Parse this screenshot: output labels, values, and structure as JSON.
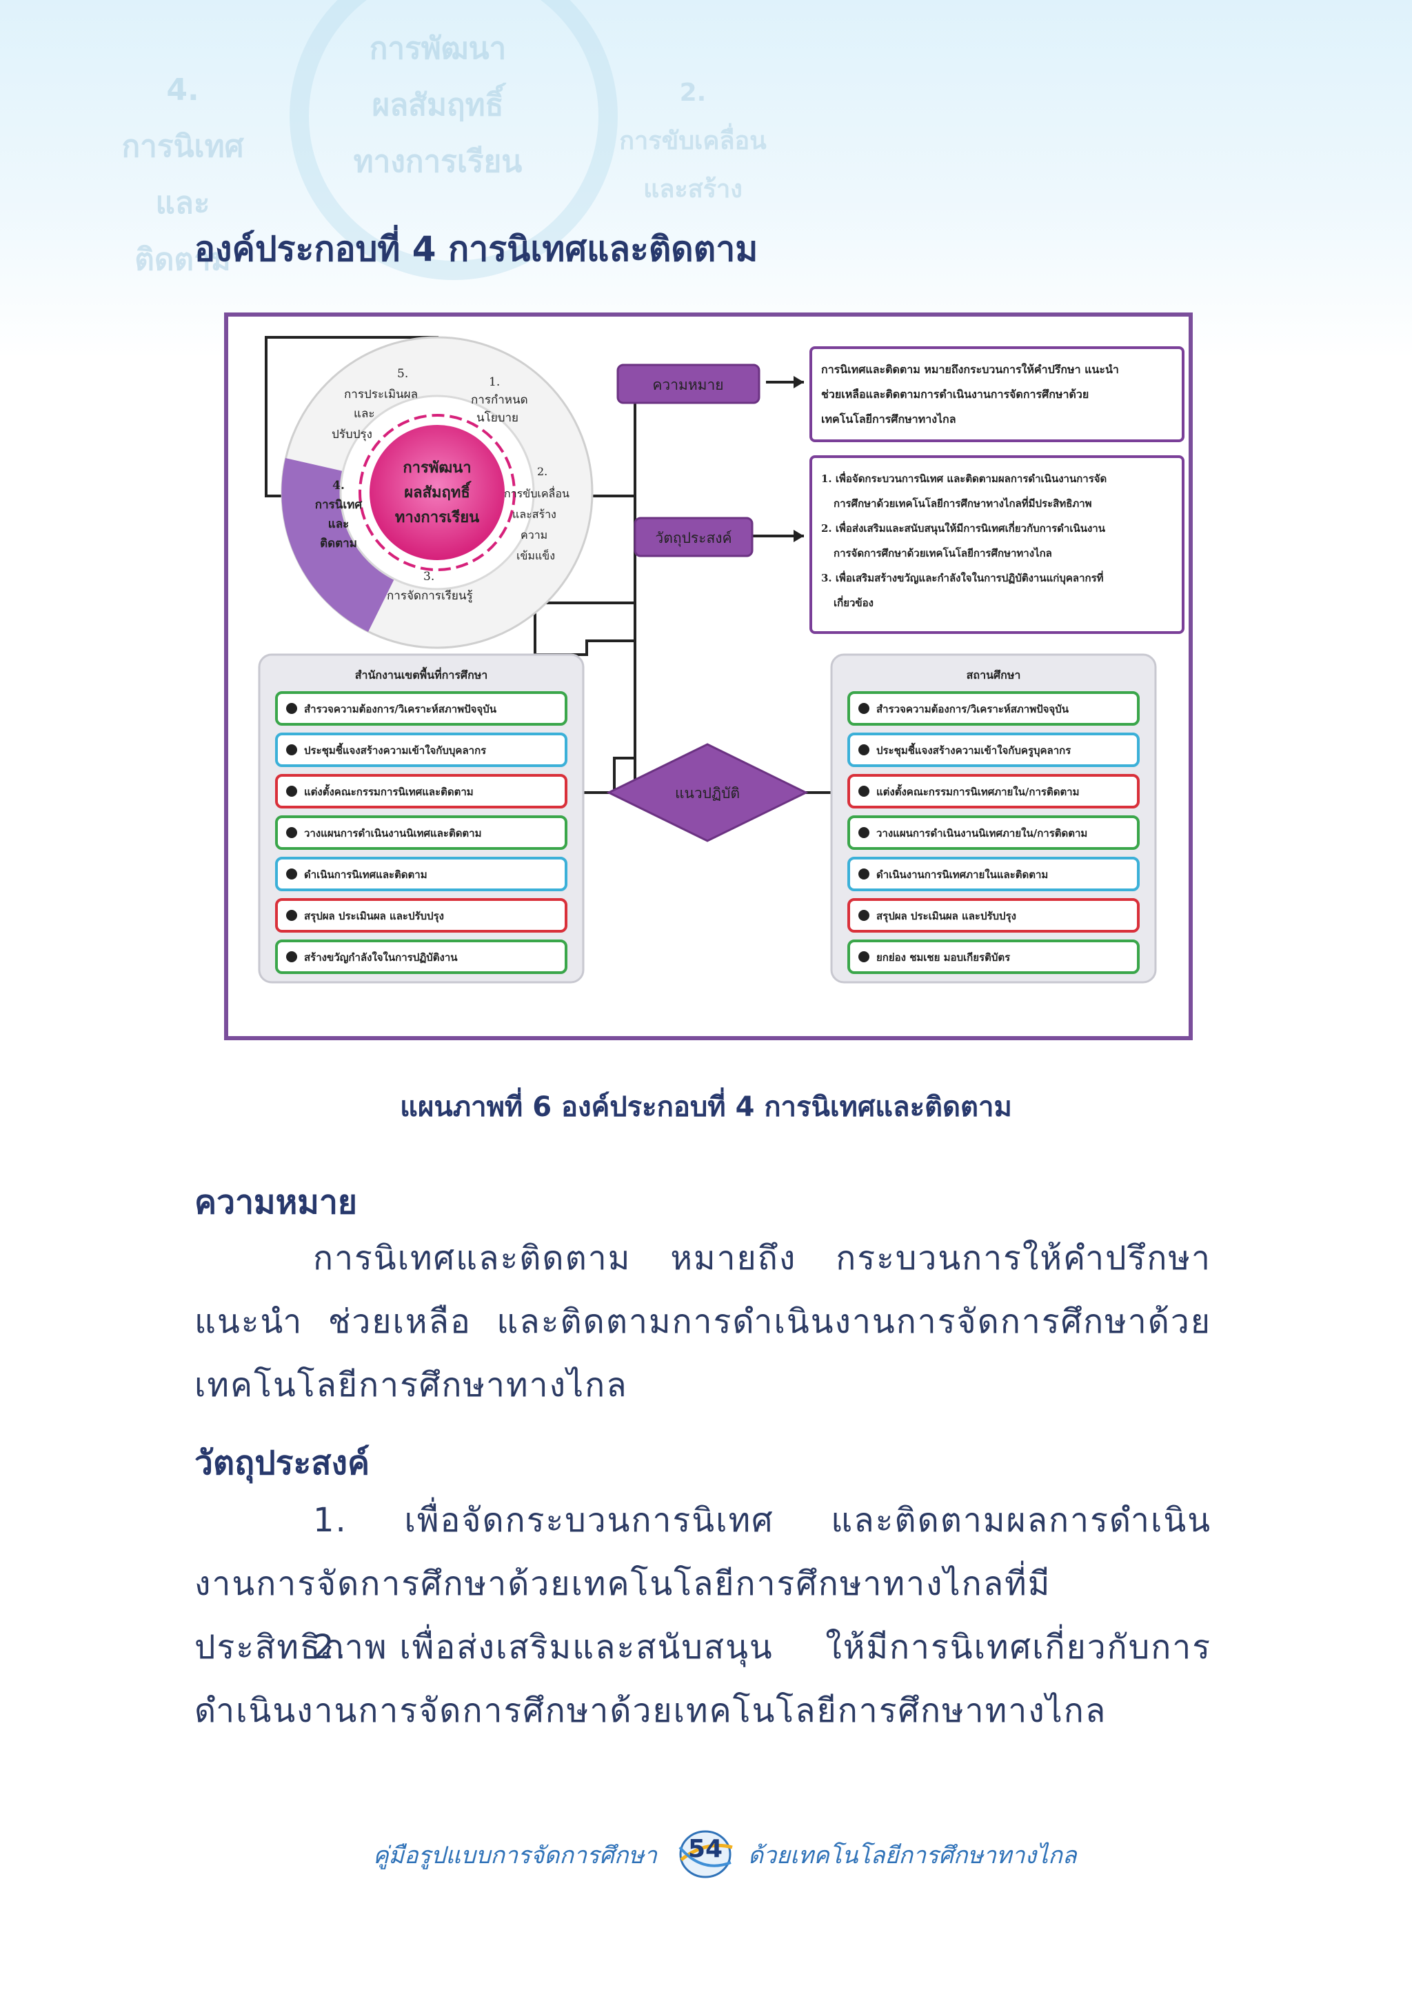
{
  "background": {
    "center_lines": [
      "การพัฒนา",
      "ผลสัมฤทธิ์",
      "ทางการเรียน"
    ],
    "left_lines": [
      "4.",
      "การนิเทศ",
      "และ",
      "ติดตาม"
    ],
    "right_lines": [
      "2.",
      "การขับเคลื่อน",
      "และสร้าง"
    ]
  },
  "heading": "องค์ประกอบที่ 4  การนิเทศและติดตาม",
  "figure": {
    "wheel": {
      "center": [
        "การพัฒนา",
        "ผลสัมฤทธิ์",
        "ทางการเรียน"
      ],
      "seg1": [
        "1.",
        "การกำหนด",
        "นโยบาย"
      ],
      "seg2": [
        "2.",
        "การขับเคลื่อน",
        "และสร้าง",
        "ความ",
        "เข้มแข็ง"
      ],
      "seg3": [
        "3.",
        "การจัดการเรียนรู้"
      ],
      "seg4": [
        "4.",
        "การนิเทศ",
        "และ",
        "ติดตาม"
      ],
      "seg5": [
        "5.",
        "การประเมินผล",
        "และ",
        "ปรับปรุง"
      ]
    },
    "label_meaning": "ความหมาย",
    "label_objective": "วัตถุประสงค์",
    "meaning_box": [
      "การนิเทศและติดตาม หมายถึงกระบวนการให้คำปรึกษา แนะนำ",
      "ช่วยเหลือและติดตามการดำเนินงานการจัดการศึกษาด้วย",
      "เทคโนโลยีการศึกษาทางไกล"
    ],
    "objective_box": [
      "1. เพื่อจัดกระบวนการนิเทศ และติดตามผลการดำเนินงานการจัด",
      "การศึกษาด้วยเทคโนโลยีการศึกษาทางไกลที่มีประสิทธิภาพ",
      "2. เพื่อส่งเสริมและสนับสนุนให้มีการนิเทศเกี่ยวกับการดำเนินงาน",
      "การจัดการศึกษาด้วยเทคโนโลยีการศึกษาทางไกล",
      "3. เพื่อเสริมสร้างขวัญและกำลังใจในการปฏิบัติงานแก่บุคลากรที่",
      "เกี่ยวข้อง"
    ],
    "diamond": "แนวปฏิบัติ",
    "left_panel": {
      "title": "สำนักงานเขตพื้นที่การศึกษา",
      "items": [
        "สำรวจความต้องการ/วิเคราะห์สภาพปัจจุบัน",
        "ประชุมชี้แจงสร้างความเข้าใจกับบุคลากร",
        "แต่งตั้งคณะกรรมการนิเทศและติดตาม",
        "วางแผนการดำเนินงานนิเทศและติดตาม",
        "ดำเนินการนิเทศและติดตาม",
        "สรุปผล ประเมินผล และปรับปรุง",
        "สร้างขวัญกำลังใจในการปฏิบัติงาน"
      ]
    },
    "right_panel": {
      "title": "สถานศึกษา",
      "items": [
        "สำรวจความต้องการ/วิเคราะห์สภาพปัจจุบัน",
        "ประชุมชี้แจงสร้างความเข้าใจกับครูบุคลากร",
        "แต่งตั้งคณะกรรมการนิเทศภายใน/การติดตาม",
        "วางแผนการดำเนินงานนิเทศภายใน/การติดตาม",
        "ดำเนินงานการนิเทศภายในและติดตาม",
        "สรุปผล ประเมินผล และปรับปรุง",
        "ยกย่อง ชมเชย มอบเกียรติบัตร"
      ]
    },
    "item_colors": [
      "#3aa64a",
      "#3bb0d8",
      "#d9303a",
      "#3aa64a",
      "#3bb0d8",
      "#d9303a",
      "#3aa64a"
    ]
  },
  "caption": "แผนภาพที่ 6  องค์ประกอบที่ 4  การนิเทศและติดตาม",
  "section_meaning": {
    "heading": "ความหมาย",
    "text": "การนิเทศและติดตาม หมายถึง กระบวนการให้คำปรึกษา แนะนำ ช่วยเหลือ และติดตามการดำเนินงานการจัดการศึกษาด้วยเทคโนโลยีการศึกษาทางไกล"
  },
  "section_objective": {
    "heading": "วัตถุประสงค์",
    "item1": "1. เพื่อจัดกระบวนการนิเทศ และติดตามผลการดำเนินงานการจัดการศึกษาด้วยเทคโนโลยีการศึกษาทางไกลที่มีประสิทธิภาพ",
    "item2": "2. เพื่อส่งเสริมและสนับสนุน ให้มีการนิเทศเกี่ยวกับการดำเนินงานการจัดการศึกษาด้วยเทคโนโลยีการศึกษาทางไกล"
  },
  "footer": {
    "left": "คู่มือรูปแบบการจัดการศึกษา",
    "page": "54",
    "right": "ด้วยเทคโนโลยีการศึกษาทางไกล"
  }
}
